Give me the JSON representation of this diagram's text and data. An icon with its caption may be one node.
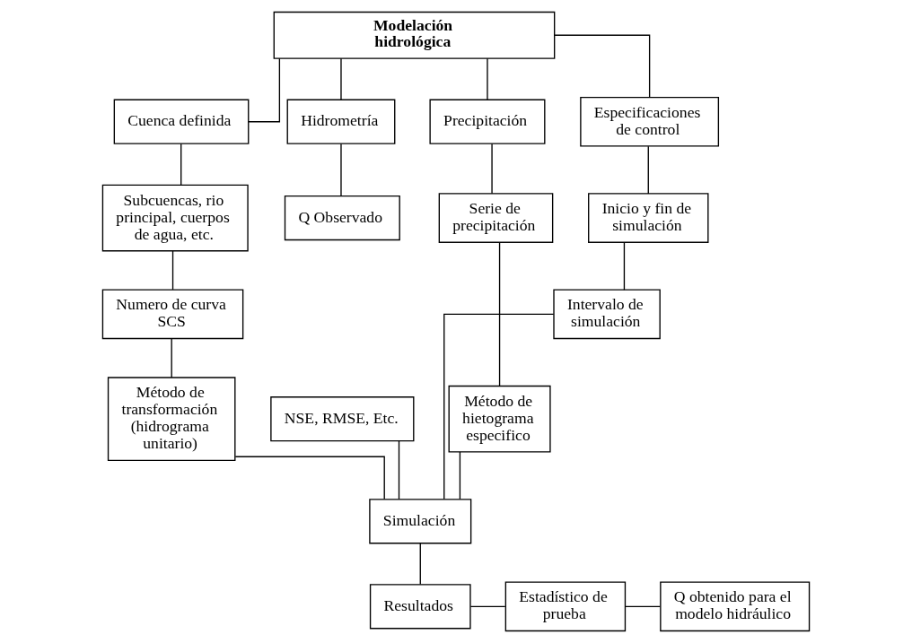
{
  "diagram": {
    "nodes": [
      {
        "text": [
          "Modelación hidrológica"
        ]
      },
      {
        "text": [
          "Cuenca definida"
        ]
      },
      {
        "text": [
          "Hidrometría"
        ]
      },
      {
        "text": [
          "Precipitación"
        ]
      },
      {
        "text": [
          "Especificaciones de control"
        ]
      },
      {
        "text": [
          "Subcuencas, rio principal, cuerpos de agua, etc."
        ]
      },
      {
        "text": [
          "Q Observado"
        ]
      },
      {
        "text": [
          "Serie de precipitación"
        ]
      },
      {
        "text": [
          "Inicio y fin de simulación"
        ]
      },
      {
        "text": [
          "NSE, RMSE, Etc."
        ]
      },
      {
        "text": [
          "Método de hietograma especifico"
        ]
      },
      {
        "text": [
          "Intervalo de simulación"
        ]
      },
      {
        "text": [
          "Numero de curva SCS"
        ]
      },
      {
        "text": [
          "Método de transformación (hidrograma unitario)"
        ]
      },
      {
        "text": [
          "Simulación"
        ]
      },
      {
        "text": [
          "Q obtenido para el modelo hidráulico"
        ]
      },
      {
        "text": [
          "Estadístico de prueba"
        ]
      },
      {
        "text": [
          "Resultados"
        ]
      }
    ],
    "edges": [
      {
        "from": 0,
        "to": 1,
        "arrow": "none"
      },
      {
        "from": 0,
        "to": 2,
        "arrow": "none"
      },
      {
        "from": 0,
        "to": 3,
        "arrow": "none"
      },
      {
        "from": 0,
        "to": 4,
        "arrow": "none"
      },
      {
        "from": 1,
        "to": 5,
        "arrow": "none"
      },
      {
        "from": 5,
        "to": 12,
        "arrow": "none"
      },
      {
        "from": 12,
        "to": 13,
        "arrow": "none"
      },
      {
        "from": 2,
        "to": 6,
        "arrow": "none"
      },
      {
        "from": 3,
        "to": 7,
        "arrow": "none"
      },
      {
        "from": 7,
        "to": 10,
        "arrow": "none"
      },
      {
        "from": 4,
        "to": 8,
        "arrow": "none"
      },
      {
        "from": 8,
        "to": 11,
        "arrow": "none"
      },
      {
        "from": 11,
        "to": 14,
        "arrow": "none"
      },
      {
        "from": 13,
        "to": 14,
        "arrow": "none"
      },
      {
        "from": 9,
        "to": 14,
        "arrow": "none"
      },
      {
        "from": 10,
        "to": 14,
        "arrow": "none"
      },
      {
        "from": 14,
        "to": 17,
        "arrow": "none"
      },
      {
        "from": 17,
        "to": 16,
        "arrow": "none"
      },
      {
        "from": 16,
        "to": 15,
        "arrow": "none"
      }
    ]
  }
}
